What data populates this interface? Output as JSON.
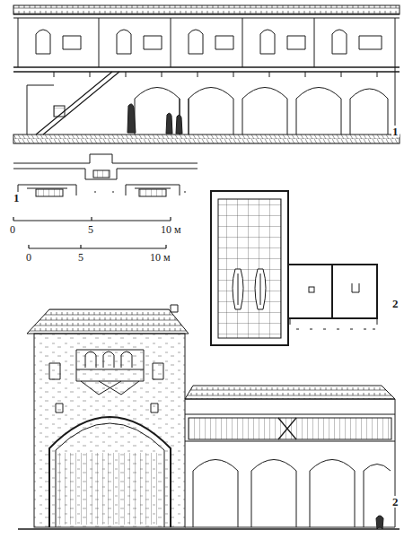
{
  "diagram": {
    "labels": [
      "1",
      "1",
      "0",
      "5",
      "10 м",
      "0",
      "5",
      "10 м",
      "2",
      "2"
    ]
  }
}
